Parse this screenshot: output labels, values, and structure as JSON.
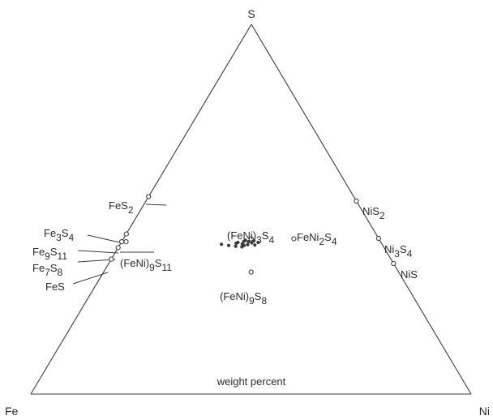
{
  "chart_data": {
    "type": "scatter",
    "subtype": "ternary",
    "apices": {
      "top": "S",
      "left": "Fe",
      "right": "Ni"
    },
    "annotation": "weight percent",
    "colors": {
      "ink": "#3a3a3a"
    },
    "compounds": [
      {
        "id": "fes2",
        "label": "FeS",
        "sub": "2",
        "S": 53.4,
        "Fe": 46.6,
        "Ni": 0
      },
      {
        "id": "fe3s4",
        "label": "Fe",
        "sub": "3",
        "label2": "S",
        "sub2": "4",
        "S": 43.3,
        "Fe": 56.7,
        "Ni": 0
      },
      {
        "id": "fe9s11",
        "label": "Fe",
        "sub": "9",
        "label2": "S",
        "sub2": "11",
        "S": 41.2,
        "Fe": 58.8,
        "Ni": 0
      },
      {
        "id": "fe7s8",
        "label": "Fe",
        "sub": "7",
        "label2": "S",
        "sub2": "8",
        "S": 39.6,
        "Fe": 60.4,
        "Ni": 0
      },
      {
        "id": "fes",
        "label": "FeS",
        "S": 36.5,
        "Fe": 63.5,
        "Ni": 0
      },
      {
        "id": "feni9s11",
        "label": "(FeNi)",
        "sub": "9",
        "label2": "S",
        "sub2": "11",
        "S": 41.2,
        "Fe": 57.8,
        "Ni": 1.0
      },
      {
        "id": "feni3s4",
        "label": "(FeNi)",
        "sub": "3",
        "label2": "S",
        "sub2": "4",
        "S": 42.0,
        "Fe": 29.0,
        "Ni": 29.0
      },
      {
        "id": "feni2s4",
        "label": "FeNi",
        "sub": "2",
        "label2": "S",
        "sub2": "4",
        "S": 42.0,
        "Fe": 19.3,
        "Ni": 38.7
      },
      {
        "id": "feni9s8",
        "label": "(FeNi)",
        "sub": "9",
        "label2": "S",
        "sub2": "8",
        "S": 33.0,
        "Fe": 33.5,
        "Ni": 33.5
      },
      {
        "id": "nis2",
        "label": "NiS",
        "sub": "2",
        "S": 52.2,
        "Fe": 0,
        "Ni": 47.8
      },
      {
        "id": "ni3s4",
        "label": "Ni",
        "sub": "3",
        "label2": "S",
        "sub2": "4",
        "S": 42.1,
        "Fe": 0,
        "Ni": 57.9
      },
      {
        "id": "nis",
        "label": "NiS",
        "S": 35.3,
        "Fe": 0,
        "Ni": 64.7
      }
    ],
    "measurements": [
      {
        "S": 40.5,
        "Fe": 36.5,
        "Ni": 23.0
      },
      {
        "S": 40.2,
        "Fe": 35.0,
        "Ni": 24.8
      },
      {
        "S": 40.0,
        "Fe": 33.5,
        "Ni": 26.5
      },
      {
        "S": 40.8,
        "Fe": 33.0,
        "Ni": 26.2
      },
      {
        "S": 39.8,
        "Fe": 32.2,
        "Ni": 28.0
      },
      {
        "S": 40.6,
        "Fe": 31.7,
        "Ni": 27.7
      },
      {
        "S": 41.0,
        "Fe": 32.5,
        "Ni": 26.5
      },
      {
        "S": 40.4,
        "Fe": 30.6,
        "Ni": 29.0
      },
      {
        "S": 41.2,
        "Fe": 30.0,
        "Ni": 28.8
      },
      {
        "S": 40.9,
        "Fe": 29.4,
        "Ni": 29.7
      },
      {
        "S": 41.5,
        "Fe": 28.6,
        "Ni": 29.9
      },
      {
        "S": 41.0,
        "Fe": 27.9,
        "Ni": 31.1
      },
      {
        "S": 40.3,
        "Fe": 29.0,
        "Ni": 30.7
      },
      {
        "S": 41.3,
        "Fe": 31.0,
        "Ni": 27.7
      },
      {
        "S": 40.2,
        "Fe": 31.5,
        "Ni": 28.3
      },
      {
        "S": 41.6,
        "Fe": 30.5,
        "Ni": 27.9
      }
    ]
  }
}
